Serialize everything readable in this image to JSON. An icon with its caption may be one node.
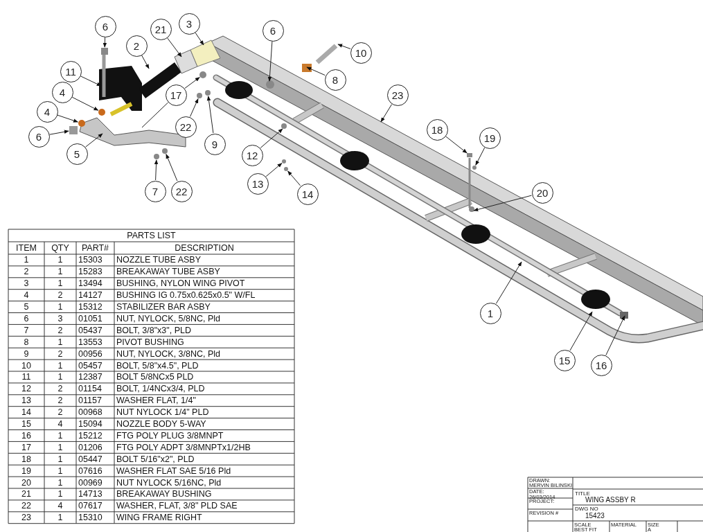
{
  "diagram": {
    "nodes": [
      {
        "text": [
          "6"
        ]
      },
      {
        "text": [
          "21"
        ]
      },
      {
        "text": [
          "3"
        ]
      },
      {
        "text": [
          "6"
        ]
      },
      {
        "text": [
          "10"
        ]
      },
      {
        "text": [
          "2"
        ]
      },
      {
        "text": [
          "8"
        ]
      },
      {
        "text": [
          "11"
        ]
      },
      {
        "text": [
          "4"
        ]
      },
      {
        "text": [
          "17"
        ]
      },
      {
        "text": [
          "23"
        ]
      },
      {
        "text": [
          "4"
        ]
      },
      {
        "text": [
          "22"
        ]
      },
      {
        "text": [
          "6"
        ]
      },
      {
        "text": [
          "18"
        ]
      },
      {
        "text": [
          "19"
        ]
      },
      {
        "text": [
          "9"
        ]
      },
      {
        "text": [
          "5"
        ]
      },
      {
        "text": [
          "12"
        ]
      },
      {
        "text": [
          "13"
        ]
      },
      {
        "text": [
          "7"
        ]
      },
      {
        "text": [
          "22"
        ]
      },
      {
        "text": [
          "14"
        ]
      },
      {
        "text": [
          "20"
        ]
      },
      {
        "text": [
          "1"
        ]
      },
      {
        "text": [
          "15"
        ]
      },
      {
        "text": [
          "16"
        ]
      },
      {
        "text": [],
        "shape": "circle"
      },
      {
        "text": [],
        "shape": "circle"
      },
      {
        "text": [],
        "shape": "box"
      },
      {
        "text": [],
        "shape": "bar"
      },
      {
        "text": [],
        "shape": "circle"
      },
      {
        "text": [],
        "shape": "circle"
      },
      {
        "text": [],
        "shape": "circle"
      },
      {
        "text": [],
        "shape": "circle"
      },
      {
        "text": [],
        "shape": "circle"
      },
      {
        "text": [],
        "shape": "circle"
      },
      {
        "text": [],
        "shape": "circle"
      },
      {
        "text": [],
        "shape": "circle"
      },
      {
        "text": [],
        "shape": "box"
      }
    ],
    "edges": [
      {
        "from": 0,
        "to": 39,
        "arrow": "to"
      },
      {
        "from": 1,
        "to": null,
        "arrow": "to"
      },
      {
        "from": 2,
        "to": null,
        "arrow": "to"
      },
      {
        "from": 3,
        "to": null,
        "arrow": "to"
      },
      {
        "from": 4,
        "to": null,
        "arrow": "to"
      },
      {
        "from": 5,
        "to": null,
        "arrow": "to"
      },
      {
        "from": 6,
        "to": null,
        "arrow": "to"
      },
      {
        "from": 7,
        "to": null,
        "arrow": "to"
      },
      {
        "from": 8,
        "to": 33,
        "arrow": "to"
      },
      {
        "from": 9,
        "to": 34,
        "arrow": "to"
      },
      {
        "from": 9,
        "to": null,
        "arrow": "none"
      },
      {
        "from": 10,
        "to": null,
        "arrow": "to"
      },
      {
        "from": 11,
        "to": 27,
        "arrow": "to"
      },
      {
        "from": 12,
        "to": 28,
        "arrow": "to"
      },
      {
        "from": 13,
        "to": 29,
        "arrow": "to"
      },
      {
        "from": 14,
        "to": 30,
        "arrow": "to"
      },
      {
        "from": 15,
        "to": 35,
        "arrow": "to"
      },
      {
        "from": 16,
        "to": 36,
        "arrow": "to"
      },
      {
        "from": 17,
        "to": null,
        "arrow": "to"
      },
      {
        "from": 18,
        "to": null,
        "arrow": "to"
      },
      {
        "from": 19,
        "to": 37,
        "arrow": "to"
      },
      {
        "from": 20,
        "to": 38,
        "arrow": "to"
      },
      {
        "from": 21,
        "to": 31,
        "arrow": "to"
      },
      {
        "from": 22,
        "to": 32,
        "arrow": "to"
      },
      {
        "from": 23,
        "to": null,
        "arrow": "to"
      },
      {
        "from": 24,
        "to": null,
        "arrow": "to"
      },
      {
        "from": 25,
        "to": null,
        "arrow": "to"
      },
      {
        "from": 26,
        "to": null,
        "arrow": "to"
      }
    ],
    "labels": [
      "PARTS LIST",
      "ITEM",
      "QTY",
      "PART#",
      "DESCRIPTION",
      "1",
      "1",
      "15303",
      "NOZZLE TUBE ASBY",
      "2",
      "1",
      "15283",
      "BREAKAWAY TUBE ASBY",
      "3",
      "1",
      "13494",
      "BUSHING, NYLON WING PIVOT",
      "4",
      "2",
      "14127",
      "BUSHING IG 0.75x0.625x0.5\" W/FL",
      "5",
      "1",
      "15312",
      "STABILIZER BAR ASBY",
      "6",
      "3",
      "01051",
      "NUT, NYLOCK, 5/8NC, Pld",
      "7",
      "2",
      "05437",
      "BOLT, 3/8\"x3\", PLD",
      "8",
      "1",
      "13553",
      "PIVOT BUSHING",
      "9",
      "2",
      "00956",
      "NUT, NYLOCK, 3/8NC, Pld",
      "10",
      "1",
      "05457",
      "BOLT, 5/8\"x4.5\", PLD",
      "11",
      "1",
      "12387",
      "BOLT 5/8NCx5 PLD",
      "12",
      "2",
      "01154",
      "BOLT, 1/4NCx3/4, PLD",
      "13",
      "2",
      "01157",
      "WASHER FLAT, 1/4\"",
      "14",
      "2",
      "00968",
      "NUT NYLOCK 1/4\" PLD",
      "15",
      "4",
      "15094",
      "NOZZLE BODY 5-WAY",
      "16",
      "1",
      "15212",
      "FTG POLY PLUG 3/8MNPT",
      "17",
      "1",
      "01206",
      "FTG POLY ADPT 3/8MNPTx1/2HB",
      "18",
      "1",
      "05447",
      "BOLT 5/16\"x2\", PLD",
      "19",
      "1",
      "07616",
      "WASHER FLAT SAE 5/16 Pld",
      "20",
      "1",
      "00969",
      "NUT NYLOCK 5/16NC, Pld",
      "21",
      "1",
      "14713",
      "BREAKAWAY BUSHING",
      "22",
      "4",
      "07617",
      "WASHER, FLAT, 3/8\" PLD SAE",
      "23",
      "1",
      "15310",
      "WING FRAME RIGHT",
      "DRAWN:",
      "MERVIN BILINSKI",
      "DATE:",
      "26/03/2014",
      "PROJECT:",
      "REVISION #",
      "TITLE",
      "WING ASSBY R",
      "DWG NO",
      "15423",
      "SCALE",
      "BEST FIT",
      "MATERIAL",
      "SIZE",
      "A"
    ]
  }
}
